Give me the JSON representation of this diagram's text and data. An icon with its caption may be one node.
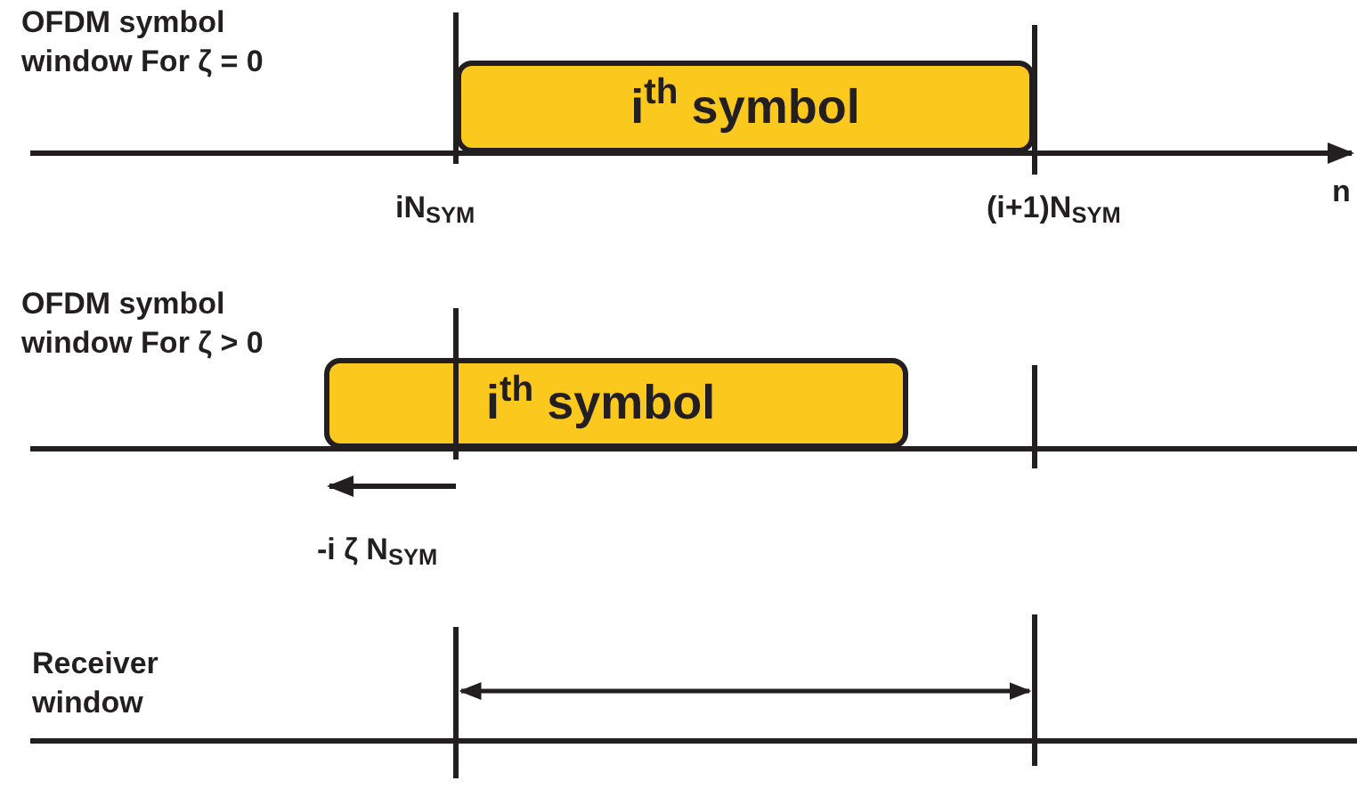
{
  "diagram": {
    "nodes": [
      {
        "text": [
          "i$^{th}$ symbol"
        ]
      },
      {
        "text": [
          "i$^{th}$ symbol"
        ]
      }
    ],
    "labels": [
      "OFDM symbol window For ζ = 0",
      "iN$_{SYM}$",
      "(i+1)N$_{SYM}$",
      "n",
      "OFDM symbol window For ζ > 0",
      "-i ζ N$_{SYM}$",
      "Receiver window"
    ]
  }
}
